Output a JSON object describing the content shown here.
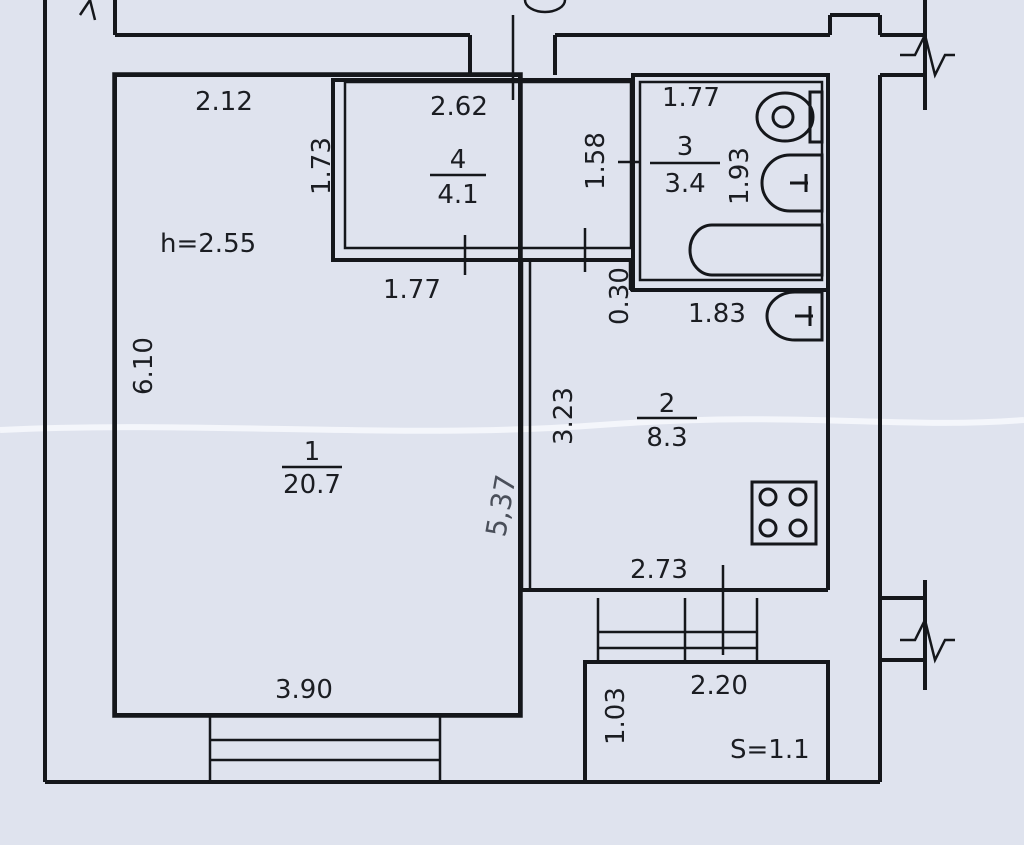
{
  "plan": {
    "height_label": "h=2.55",
    "rooms": [
      {
        "number": "1",
        "area": "20.7"
      },
      {
        "number": "2",
        "area": "8.3"
      },
      {
        "number": "3",
        "area": "3.4"
      },
      {
        "number": "4",
        "area": "4.1"
      }
    ],
    "dimensions": {
      "room1_top": "2.12",
      "room4_top": "2.62",
      "room3_top": "1.77",
      "room4_side": "1.73",
      "room4_right": "1.58",
      "room3_side": "1.93",
      "corridor_width": "1.77",
      "corridor_gap": "0.30",
      "bath_width": "1.83",
      "room1_side": "6.10",
      "kitchen_side": "3.23",
      "kitchen_bottom": "2.73",
      "room1_bottom": "3.90",
      "balcony_width": "2.20",
      "balcony_depth": "1.03"
    },
    "balcony_area": "S=1.1",
    "pencil_note": "5,37"
  },
  "colors": {
    "paper": "#dfe3ee",
    "ink": "#15171b",
    "pencil": "#4a4f5a"
  }
}
